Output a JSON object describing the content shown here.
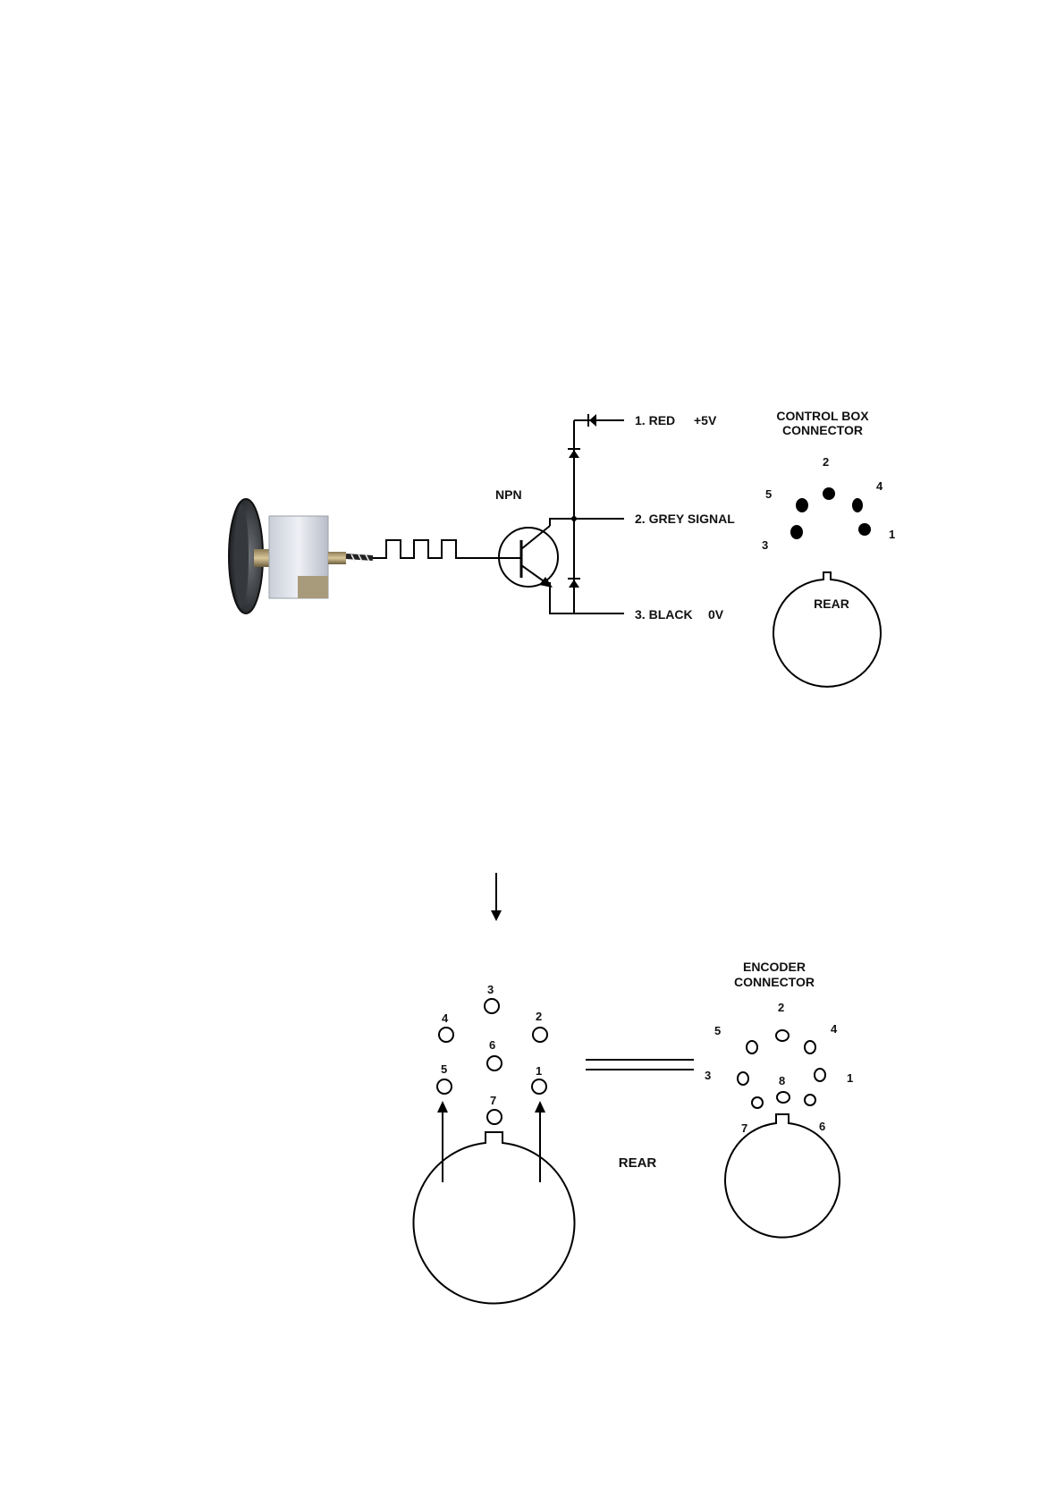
{
  "circuit": {
    "transistor_label": "NPN",
    "wires": [
      {
        "number": "1.",
        "name": "RED",
        "value": "+5V"
      },
      {
        "number": "2.",
        "name": "GREY SIGNAL",
        "value": ""
      },
      {
        "number": "3.",
        "name": "BLACK",
        "value": "0V"
      }
    ]
  },
  "control_box_connector": {
    "title_line1": "CONTROL BOX",
    "title_line2": "CONNECTOR",
    "pins": [
      "1",
      "2",
      "3",
      "4",
      "5"
    ],
    "view_label": "REAR"
  },
  "cable_socket": {
    "pins": [
      "1",
      "2",
      "3",
      "4",
      "5",
      "6",
      "7"
    ]
  },
  "encoder_connector": {
    "title_line1": "ENCODER",
    "title_line2": "CONNECTOR",
    "pins": [
      "1",
      "2",
      "3",
      "4",
      "5",
      "6",
      "7",
      "8"
    ],
    "view_label": "REAR"
  }
}
